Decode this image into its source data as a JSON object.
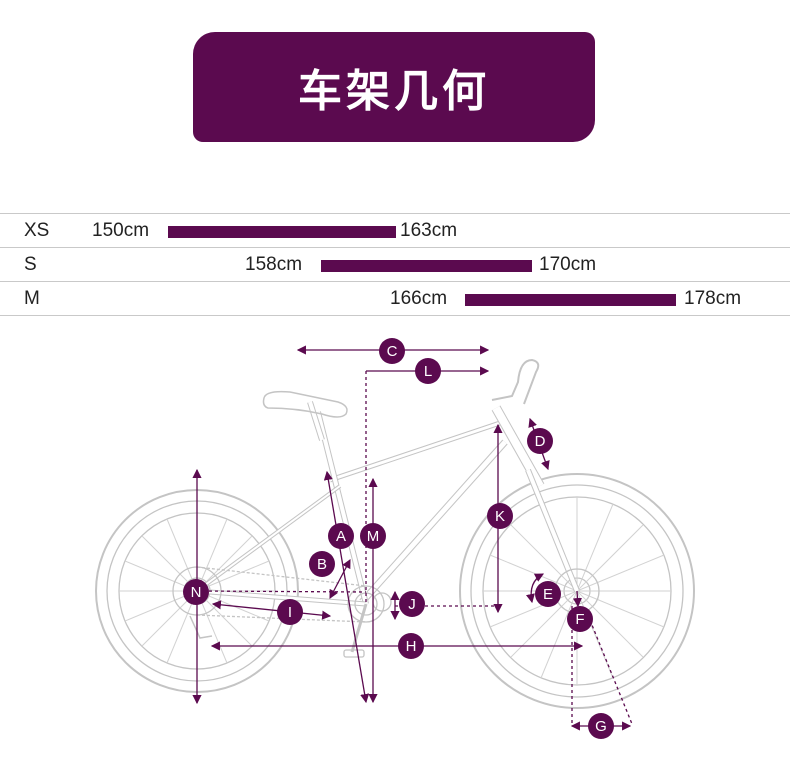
{
  "header": {
    "title": "车架几何"
  },
  "sizes": [
    {
      "label": "XS",
      "min": "150cm",
      "max": "163cm"
    },
    {
      "label": "S",
      "min": "158cm",
      "max": "170cm"
    },
    {
      "label": "M",
      "min": "166cm",
      "max": "178cm"
    }
  ],
  "markers": [
    "A",
    "B",
    "C",
    "D",
    "E",
    "F",
    "G",
    "H",
    "I",
    "J",
    "K",
    "L",
    "M",
    "N"
  ],
  "colors": {
    "accent": "#5b0a4f",
    "line_art": "#c4c4c4"
  }
}
